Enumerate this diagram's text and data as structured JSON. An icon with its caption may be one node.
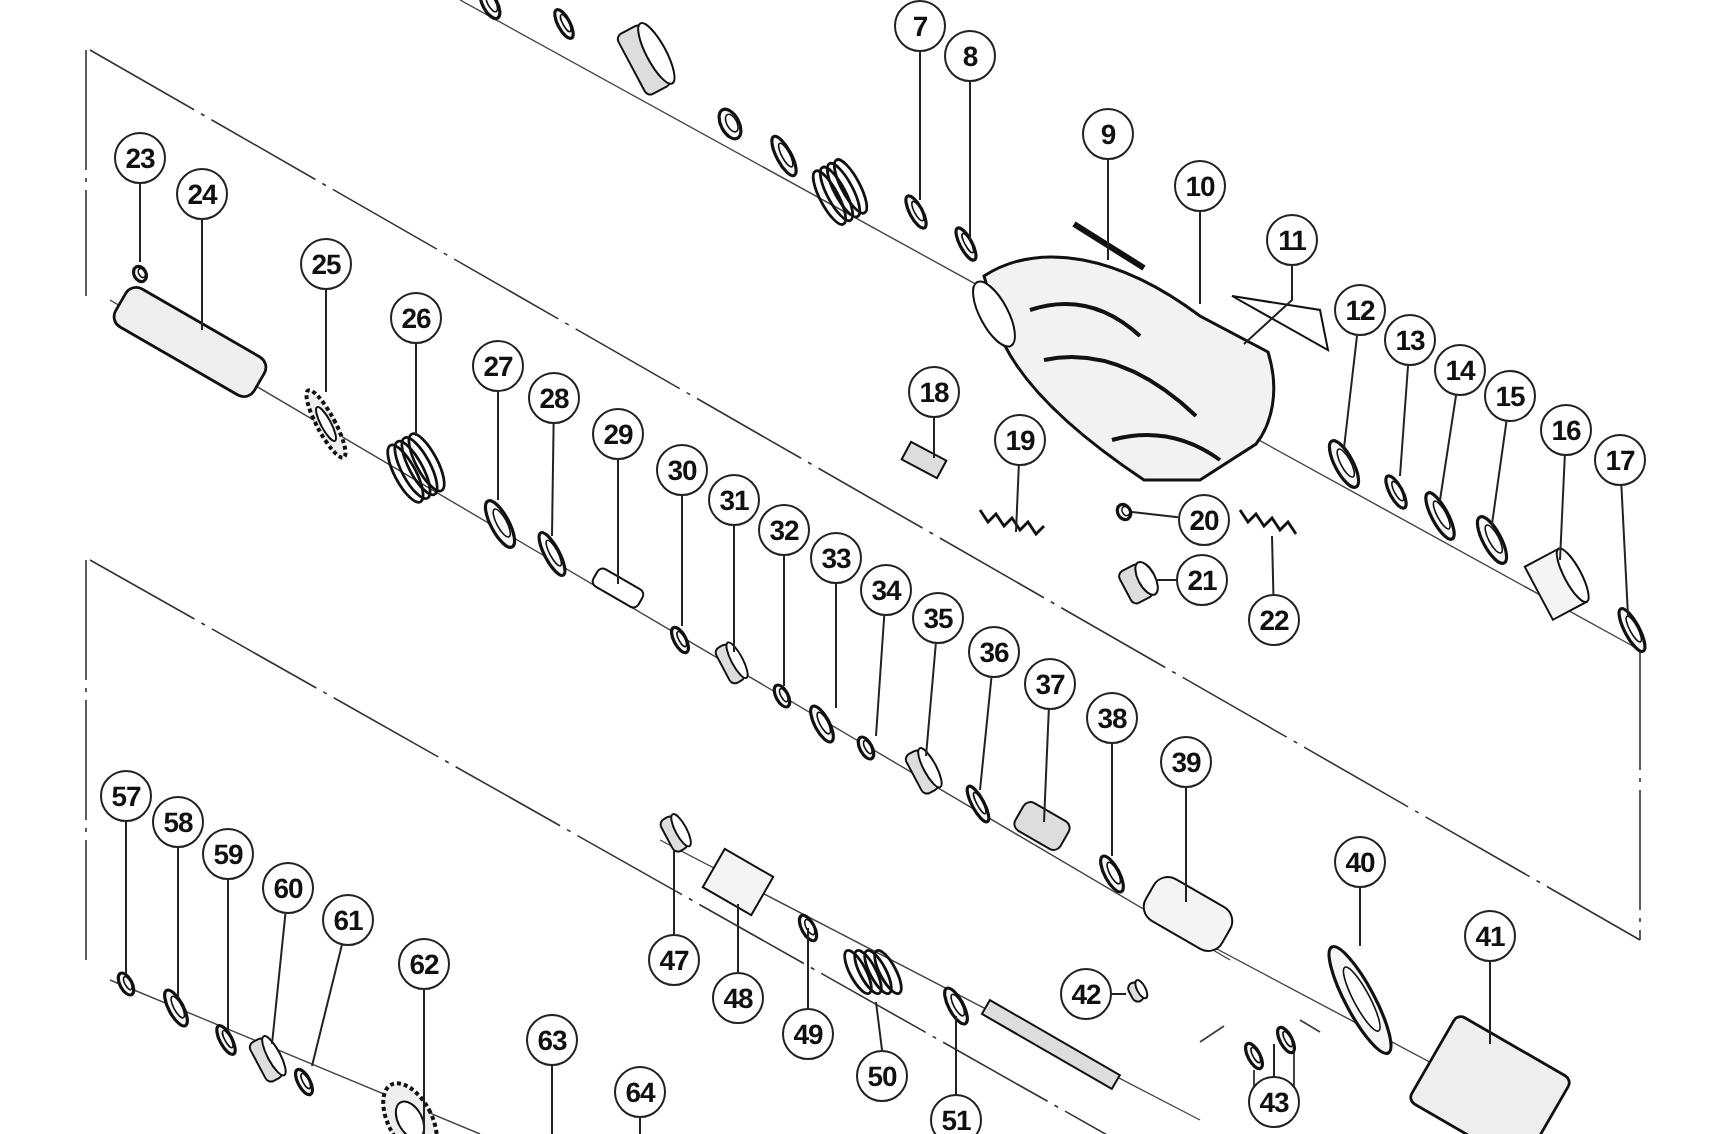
{
  "diagram": {
    "nodes": [
      {
        "text": [
          "7"
        ]
      },
      {
        "text": [
          "8"
        ]
      },
      {
        "text": [
          "9"
        ]
      },
      {
        "text": [
          "10"
        ]
      },
      {
        "text": [
          "11"
        ]
      },
      {
        "text": [
          "12"
        ]
      },
      {
        "text": [
          "13"
        ]
      },
      {
        "text": [
          "14"
        ]
      },
      {
        "text": [
          "15"
        ]
      },
      {
        "text": [
          "16"
        ]
      },
      {
        "text": [
          "17"
        ]
      },
      {
        "text": [
          "18"
        ]
      },
      {
        "text": [
          "19"
        ]
      },
      {
        "text": [
          "20"
        ]
      },
      {
        "text": [
          "21"
        ]
      },
      {
        "text": [
          "22"
        ]
      },
      {
        "text": [
          "23"
        ]
      },
      {
        "text": [
          "24"
        ]
      },
      {
        "text": [
          "25"
        ]
      },
      {
        "text": [
          "26"
        ]
      },
      {
        "text": [
          "27"
        ]
      },
      {
        "text": [
          "28"
        ]
      },
      {
        "text": [
          "29"
        ]
      },
      {
        "text": [
          "30"
        ]
      },
      {
        "text": [
          "31"
        ]
      },
      {
        "text": [
          "32"
        ]
      },
      {
        "text": [
          "33"
        ]
      },
      {
        "text": [
          "34"
        ]
      },
      {
        "text": [
          "35"
        ]
      },
      {
        "text": [
          "36"
        ]
      },
      {
        "text": [
          "37"
        ]
      },
      {
        "text": [
          "38"
        ]
      },
      {
        "text": [
          "39"
        ]
      },
      {
        "text": [
          "40"
        ]
      },
      {
        "text": [
          "41"
        ]
      },
      {
        "text": [
          "42"
        ]
      },
      {
        "text": [
          "43"
        ]
      },
      {
        "text": [
          "47"
        ]
      },
      {
        "text": [
          "48"
        ]
      },
      {
        "text": [
          "49"
        ]
      },
      {
        "text": [
          "50"
        ]
      },
      {
        "text": [
          "51"
        ]
      },
      {
        "text": [
          "57"
        ]
      },
      {
        "text": [
          "58"
        ]
      },
      {
        "text": [
          "59"
        ]
      },
      {
        "text": [
          "60"
        ]
      },
      {
        "text": [
          "61"
        ]
      },
      {
        "text": [
          "62"
        ]
      },
      {
        "text": [
          "63"
        ]
      },
      {
        "text": [
          "64"
        ]
      },
      {
        "text": [],
        "shape": "spring"
      }
    ],
    "edges": [
      {
        "from": 0,
        "to": null,
        "arrow": "none"
      },
      {
        "from": 1,
        "to": null,
        "arrow": "none"
      },
      {
        "from": 2,
        "to": null,
        "arrow": "none"
      },
      {
        "from": 3,
        "to": null,
        "arrow": "none"
      },
      {
        "from": 4,
        "to": null,
        "arrow": "none"
      },
      {
        "from": 5,
        "to": null,
        "arrow": "none"
      },
      {
        "from": 6,
        "to": null,
        "arrow": "none"
      },
      {
        "from": 7,
        "to": null,
        "arrow": "none"
      },
      {
        "from": 8,
        "to": null,
        "arrow": "none"
      },
      {
        "from": 9,
        "to": null,
        "arrow": "none"
      },
      {
        "from": 10,
        "to": null,
        "arrow": "none"
      },
      {
        "from": 11,
        "to": null,
        "arrow": "none"
      },
      {
        "from": 12,
        "to": null,
        "arrow": "none"
      },
      {
        "from": 13,
        "to": null,
        "arrow": "none"
      },
      {
        "from": 14,
        "to": null,
        "arrow": "none"
      },
      {
        "from": 15,
        "to": null,
        "arrow": "none"
      },
      {
        "from": 16,
        "to": null,
        "arrow": "none"
      },
      {
        "from": 17,
        "to": null,
        "arrow": "none"
      },
      {
        "from": 18,
        "to": null,
        "arrow": "none"
      },
      {
        "from": 19,
        "to": null,
        "arrow": "none"
      },
      {
        "from": 20,
        "to": null,
        "arrow": "none"
      },
      {
        "from": 21,
        "to": null,
        "arrow": "none"
      },
      {
        "from": 22,
        "to": null,
        "arrow": "none"
      },
      {
        "from": 23,
        "to": null,
        "arrow": "none"
      },
      {
        "from": 24,
        "to": null,
        "arrow": "none"
      },
      {
        "from": 25,
        "to": null,
        "arrow": "none"
      },
      {
        "from": 26,
        "to": null,
        "arrow": "none"
      },
      {
        "from": 27,
        "to": null,
        "arrow": "none"
      },
      {
        "from": 28,
        "to": null,
        "arrow": "none"
      },
      {
        "from": 29,
        "to": null,
        "arrow": "none"
      },
      {
        "from": 30,
        "to": null,
        "arrow": "none"
      },
      {
        "from": 31,
        "to": null,
        "arrow": "none"
      },
      {
        "from": 32,
        "to": null,
        "arrow": "none"
      },
      {
        "from": 33,
        "to": null,
        "arrow": "none"
      },
      {
        "from": 34,
        "to": null,
        "arrow": "none"
      },
      {
        "from": 35,
        "to": null,
        "arrow": "none"
      },
      {
        "from": 36,
        "to": null,
        "arrow": "none"
      },
      {
        "from": 37,
        "to": null,
        "arrow": "none"
      },
      {
        "from": 38,
        "to": null,
        "arrow": "none"
      },
      {
        "from": 39,
        "to": null,
        "arrow": "none"
      },
      {
        "from": 40,
        "to": 50,
        "arrow": "none"
      },
      {
        "from": 41,
        "to": null,
        "arrow": "none"
      },
      {
        "from": 42,
        "to": null,
        "arrow": "none"
      },
      {
        "from": 43,
        "to": null,
        "arrow": "none"
      },
      {
        "from": 44,
        "to": null,
        "arrow": "none"
      },
      {
        "from": 45,
        "to": null,
        "arrow": "none"
      },
      {
        "from": 46,
        "to": null,
        "arrow": "none"
      },
      {
        "from": 47,
        "to": null,
        "arrow": "none"
      },
      {
        "from": 48,
        "to": null,
        "arrow": "none"
      },
      {
        "from": 49,
        "to": null,
        "arrow": "none"
      }
    ]
  }
}
